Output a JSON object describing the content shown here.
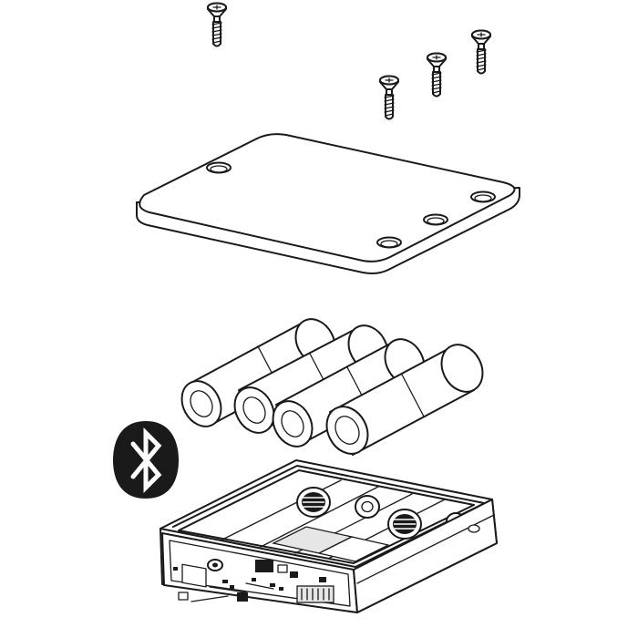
{
  "figure": {
    "components": [
      {
        "id": "screws",
        "count": 4,
        "icon": "screw-icon"
      },
      {
        "id": "cover-plate",
        "icon": "cover-plate-icon"
      },
      {
        "id": "batteries",
        "count": 4,
        "icon": "battery-icon"
      },
      {
        "id": "bluetooth-badge",
        "icon": "bluetooth-icon"
      },
      {
        "id": "electronics-housing",
        "icon": "circuit-box-icon"
      }
    ],
    "colors": {
      "line": "#1a1a1a",
      "fill": "#ffffff",
      "badge": "#1a1a1a",
      "badge_symbol": "#ffffff"
    }
  }
}
